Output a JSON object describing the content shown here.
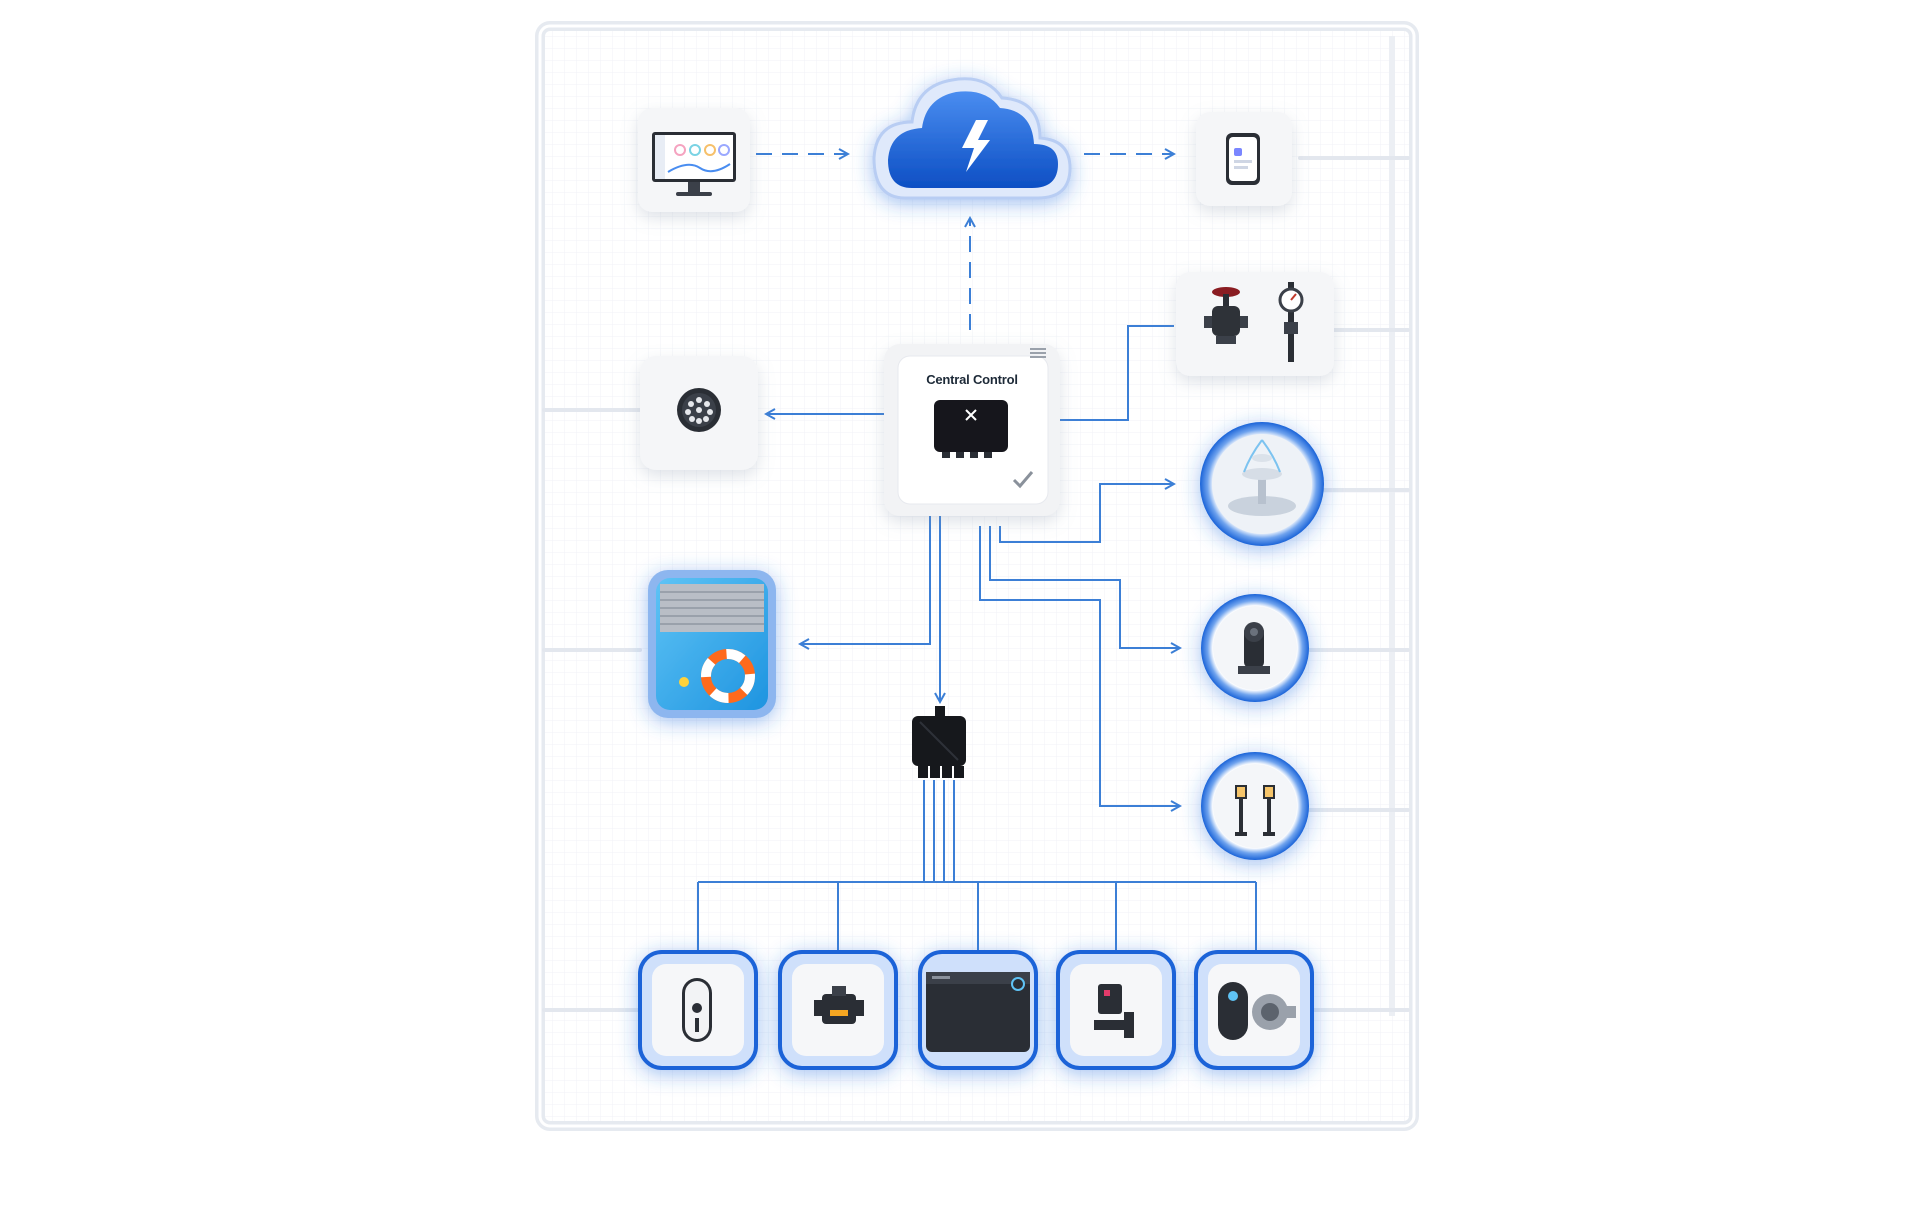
{
  "diagram": {
    "central": {
      "label": "Central Control"
    },
    "nodes": [
      {
        "id": "monitor",
        "icon": "monitor-dashboard-icon"
      },
      {
        "id": "cloud",
        "icon": "cloud-lightning-icon"
      },
      {
        "id": "phone",
        "icon": "smartphone-app-icon"
      },
      {
        "id": "valve-gauge",
        "icon": "valve-pressure-gauge-icon"
      },
      {
        "id": "pool-light",
        "icon": "pool-light-icon"
      },
      {
        "id": "fountain",
        "icon": "fountain-icon"
      },
      {
        "id": "pool-cover",
        "icon": "pool-cover-icon"
      },
      {
        "id": "pump",
        "icon": "pool-pump-icon"
      },
      {
        "id": "garden-lamps",
        "icon": "garden-lamp-icon"
      },
      {
        "id": "expansion-hub",
        "icon": "expansion-hub-icon"
      },
      {
        "id": "sensor-remote",
        "icon": "wall-sensor-icon"
      },
      {
        "id": "flow-valve",
        "icon": "flow-valve-icon"
      },
      {
        "id": "heat-pump",
        "icon": "heat-pump-icon"
      },
      {
        "id": "dosing-controller",
        "icon": "dosing-controller-icon"
      },
      {
        "id": "filter-pump",
        "icon": "filter-pump-icon"
      }
    ]
  },
  "colors": {
    "accent": "#1a63d8",
    "connector": "#3c7fd6",
    "frame": "#e8ecf2",
    "tile": "#f5f6f8"
  }
}
